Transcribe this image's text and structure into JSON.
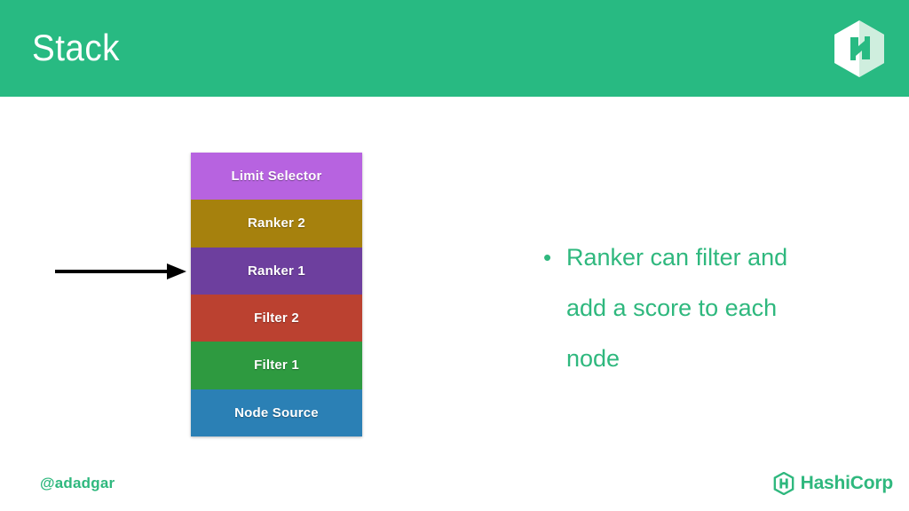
{
  "slide": {
    "title": "Stack",
    "header_color": "#28ba82",
    "accent_color": "#2fb87e",
    "background_color": "#ffffff"
  },
  "brand": {
    "nomad_logo_name": "nomad-hexagon-logo",
    "hashicorp_logo_name": "hashicorp-logo",
    "hashicorp_wordmark": "HashiCorp"
  },
  "diagram": {
    "name": "scheduler-stack-diagram",
    "layers": [
      {
        "label": "Limit Selector",
        "color": "#b763e0"
      },
      {
        "label": "Ranker 2",
        "color": "#a6810d"
      },
      {
        "label": "Ranker 1",
        "color": "#6d3f9e"
      },
      {
        "label": "Filter 2",
        "color": "#bb4130"
      },
      {
        "label": "Filter 1",
        "color": "#2e9a40"
      },
      {
        "label": "Node Source",
        "color": "#2b80b5"
      }
    ],
    "annotation": {
      "arrow_label": "arrow pointing to Ranker 1",
      "arrow_color": "#000000",
      "points_at": "Ranker 1"
    }
  },
  "content": {
    "bullet_marker": "•",
    "bullets": [
      "Ranker can filter and add a score to each node"
    ]
  },
  "footer": {
    "handle": "@adadgar"
  }
}
